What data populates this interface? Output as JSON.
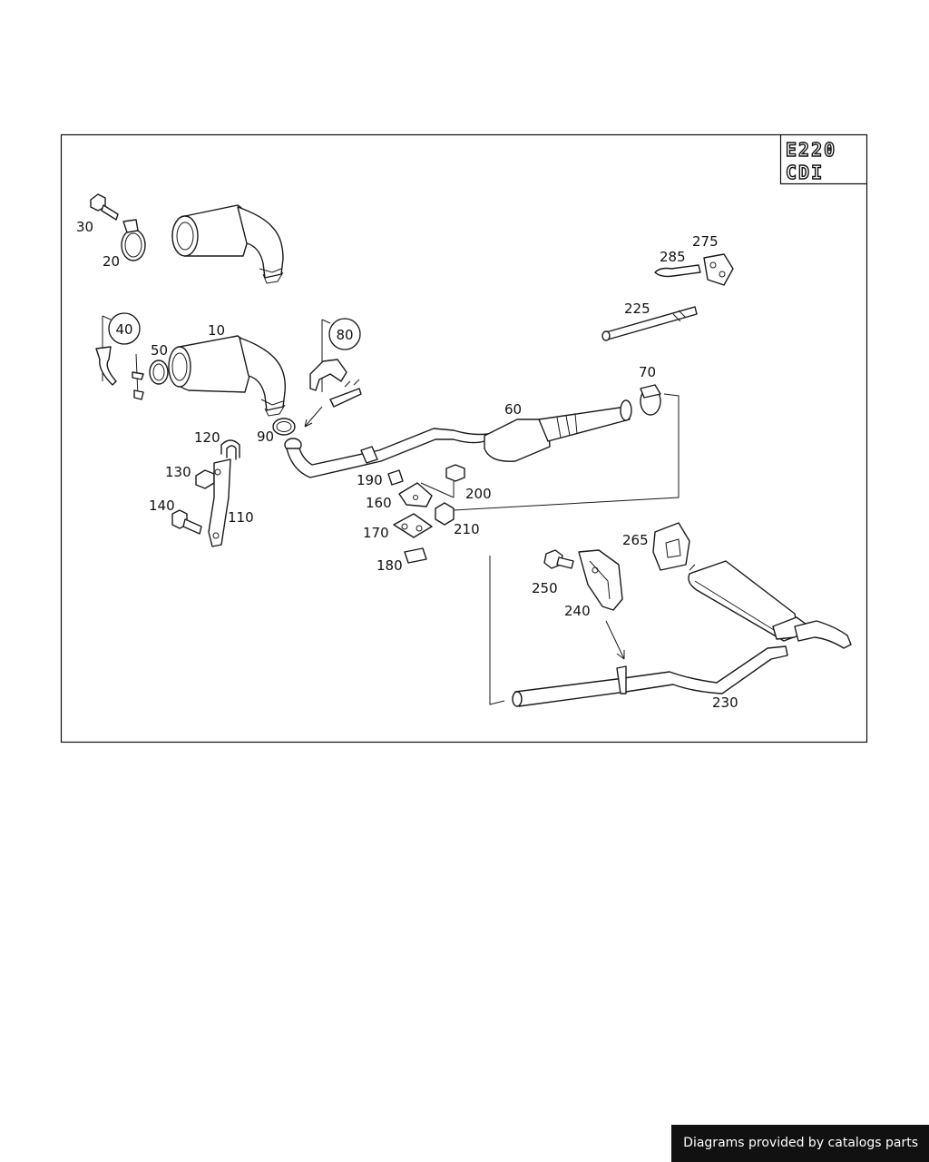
{
  "badge": {
    "line1": "E220",
    "line2": "CDI"
  },
  "group_refs": {
    "ref40": "40",
    "ref80": "80"
  },
  "parts": {
    "p10": "10",
    "p20": "20",
    "p30": "30",
    "p50": "50",
    "p60": "60",
    "p70": "70",
    "p90": "90",
    "p110": "110",
    "p120": "120",
    "p130": "130",
    "p140": "140",
    "p160": "160",
    "p170": "170",
    "p180": "180",
    "p190": "190",
    "p200": "200",
    "p210": "210",
    "p225": "225",
    "p230": "230",
    "p240": "240",
    "p250": "250",
    "p265": "265",
    "p275": "275",
    "p285": "285"
  },
  "footer": {
    "credit": "Diagrams provided by catalogs parts"
  }
}
